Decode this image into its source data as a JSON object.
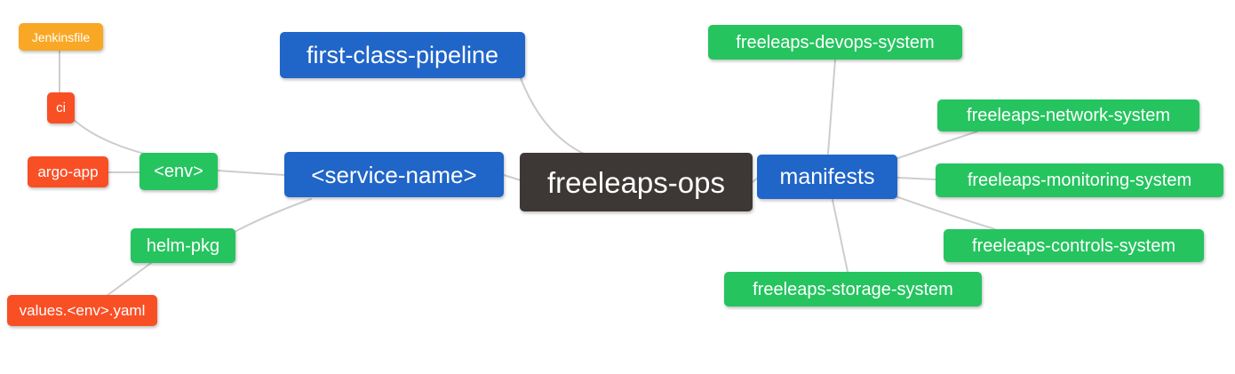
{
  "palette": {
    "orange": "#F9A825",
    "red": "#F94F25",
    "green": "#25C45F",
    "blue": "#2065C8",
    "dark": "#3D3835",
    "edge_line": "#CDCDCD",
    "background": "#FFFFFF",
    "node_text": "#FFFFFF"
  },
  "nodes": {
    "freeleaps_ops": {
      "label": "freeleaps-ops",
      "color": "dark"
    },
    "first_class_pipeline": {
      "label": "first-class-pipeline",
      "color": "blue"
    },
    "service_name": {
      "label": "<service-name>",
      "color": "blue"
    },
    "manifests": {
      "label": "manifests",
      "color": "blue"
    },
    "jenkinsfile": {
      "label": "Jenkinsfile",
      "color": "orange"
    },
    "ci": {
      "label": "ci",
      "color": "red"
    },
    "argo_app": {
      "label": "argo-app",
      "color": "red"
    },
    "env": {
      "label": "<env>",
      "color": "green"
    },
    "helm_pkg": {
      "label": "helm-pkg",
      "color": "green"
    },
    "values_env_yaml": {
      "label": "values.<env>.yaml",
      "color": "red"
    },
    "devops_system": {
      "label": "freeleaps-devops-system",
      "color": "green"
    },
    "network_system": {
      "label": "freeleaps-network-system",
      "color": "green"
    },
    "monitoring_system": {
      "label": "freeleaps-monitoring-system",
      "color": "green"
    },
    "controls_system": {
      "label": "freeleaps-controls-system",
      "color": "green"
    },
    "storage_system": {
      "label": "freeleaps-storage-system",
      "color": "green"
    }
  },
  "edges": [
    {
      "from": "jenkinsfile",
      "to": "ci"
    },
    {
      "from": "ci",
      "to": "env"
    },
    {
      "from": "argo_app",
      "to": "env"
    },
    {
      "from": "env",
      "to": "service_name"
    },
    {
      "from": "helm_pkg",
      "to": "service_name"
    },
    {
      "from": "values_env_yaml",
      "to": "helm_pkg"
    },
    {
      "from": "first_class_pipeline",
      "to": "freeleaps_ops"
    },
    {
      "from": "service_name",
      "to": "freeleaps_ops"
    },
    {
      "from": "freeleaps_ops",
      "to": "manifests"
    },
    {
      "from": "manifests",
      "to": "devops_system"
    },
    {
      "from": "manifests",
      "to": "network_system"
    },
    {
      "from": "manifests",
      "to": "monitoring_system"
    },
    {
      "from": "manifests",
      "to": "controls_system"
    },
    {
      "from": "manifests",
      "to": "storage_system"
    }
  ]
}
